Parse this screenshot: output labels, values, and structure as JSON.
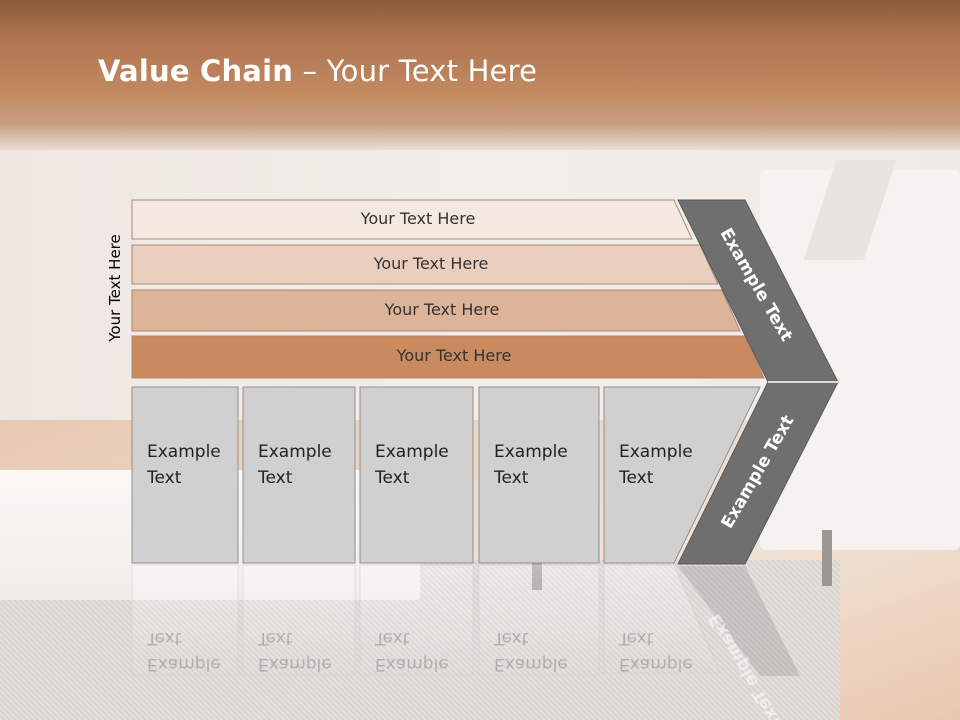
{
  "slide": {
    "title_bold": "Value Chain",
    "title_rest": " – Your Text Here",
    "side_label": "Your Text Here"
  },
  "bands": [
    {
      "label": "Your Text Here",
      "color": "#f4e8e1"
    },
    {
      "label": "Your Text Here",
      "color": "#ebcfbe"
    },
    {
      "label": "Your Text Here",
      "color": "#ddb497"
    },
    {
      "label": "Your Text Here",
      "color": "#c98a5f"
    }
  ],
  "boxes": [
    {
      "label": "Example\nText"
    },
    {
      "label": "Example\nText"
    },
    {
      "label": "Example\nText"
    },
    {
      "label": "Example\nText"
    },
    {
      "label": "Example\nText"
    }
  ],
  "chevron": {
    "top_label": "Example Text",
    "bottom_label": "Example Text",
    "color": "#6f6f6f"
  },
  "colors": {
    "box_fill": "#d0d0d0",
    "box_stroke": "#8f8f8f"
  }
}
